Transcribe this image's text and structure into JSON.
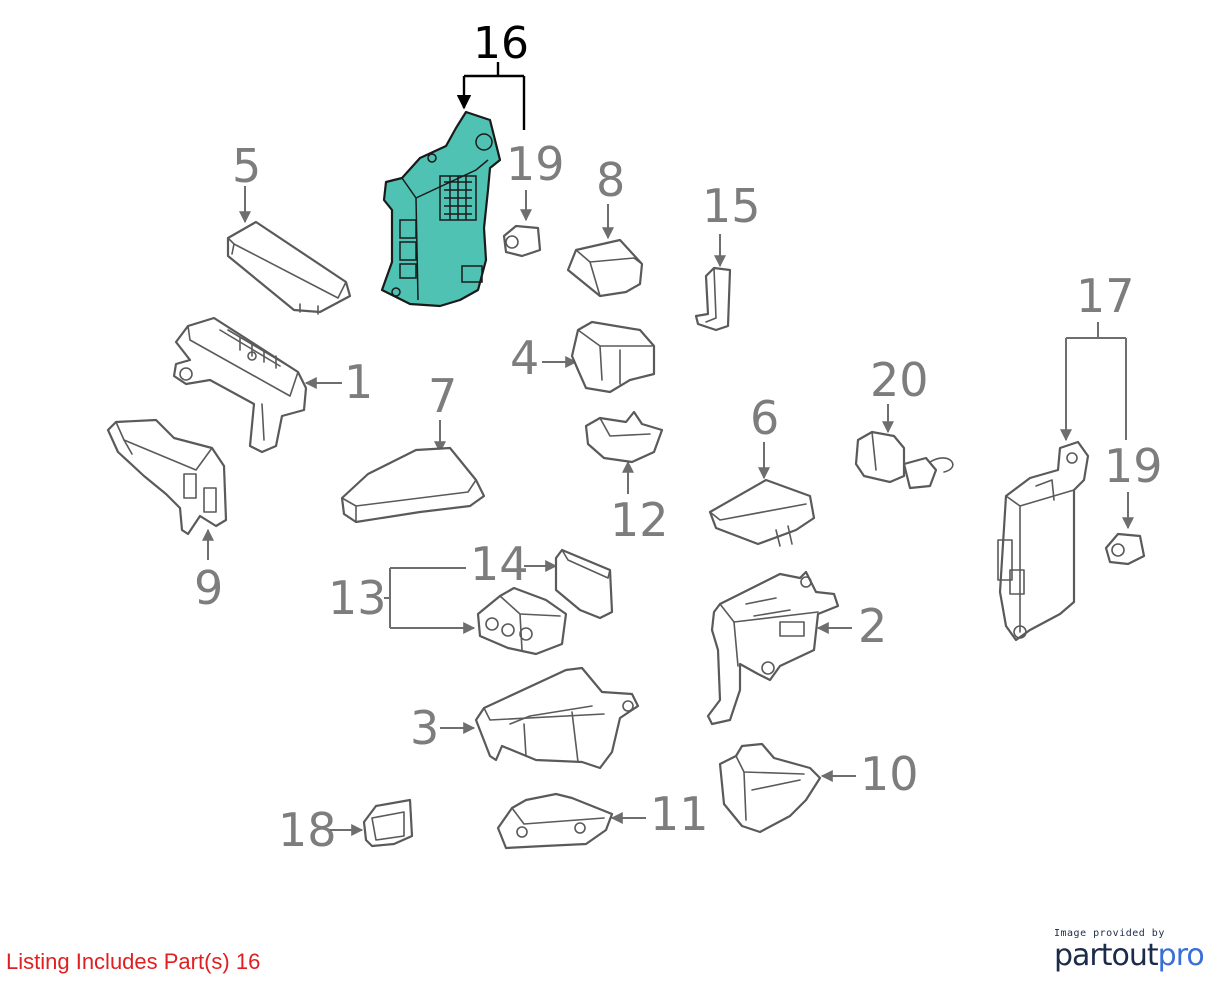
{
  "callouts": {
    "c1": "1",
    "c2": "2",
    "c3": "3",
    "c4": "4",
    "c5": "5",
    "c6": "6",
    "c7": "7",
    "c8": "8",
    "c9": "9",
    "c10": "10",
    "c11": "11",
    "c12": "12",
    "c13": "13",
    "c14": "14",
    "c15": "15",
    "c16": "16",
    "c17": "17",
    "c18": "18",
    "c19a": "19",
    "c19b": "19",
    "c20": "20"
  },
  "highlighted_part": "16",
  "colors": {
    "highlight_fill": "#4fc2b3",
    "callout_gray": "#7d7d7d",
    "listing_red": "#e02020",
    "logo_navy": "#1c2b4a"
  },
  "listing": {
    "text": "Listing Includes Part(s) 16"
  },
  "credit": {
    "small": "Image provided by",
    "logo_main": "partout",
    "logo_accent": "pro"
  }
}
